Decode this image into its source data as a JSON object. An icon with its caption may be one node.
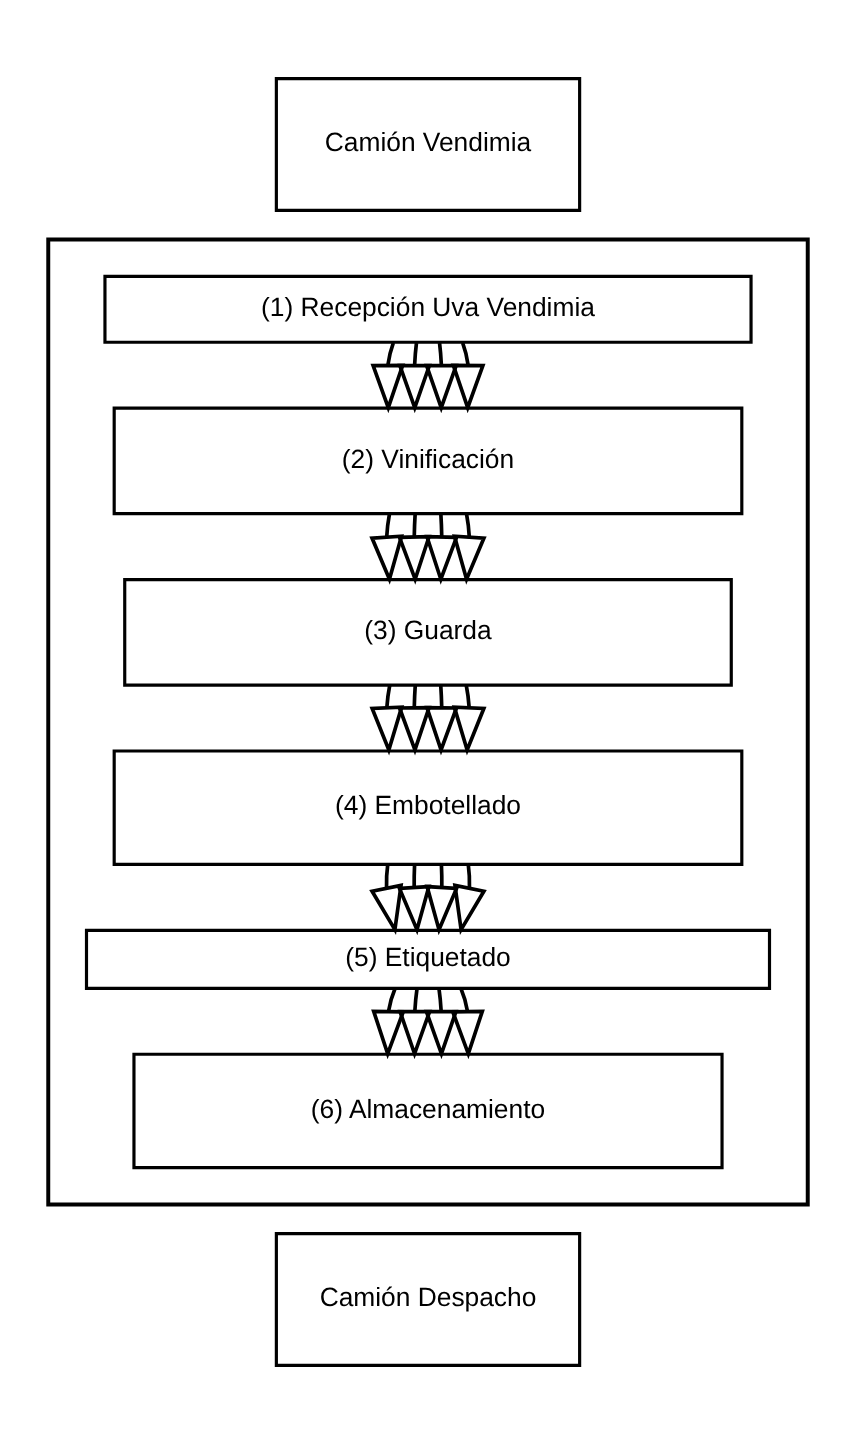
{
  "diagram": {
    "nodes": [
      {
        "text": [
          "Camión Vendimia"
        ]
      },
      {
        "text": [],
        "shape": "box"
      },
      {
        "text": [
          "(1) Recepción Uva Vendimia"
        ],
        "in": 1
      },
      {
        "text": [
          "(2) Vinificación"
        ],
        "in": 1
      },
      {
        "text": [
          "(3) Guarda"
        ],
        "in": 1
      },
      {
        "text": [
          "(4) Embotellado"
        ],
        "in": 1
      },
      {
        "text": [
          "(5) Etiquetado"
        ],
        "in": 1
      },
      {
        "text": [
          "(6) Almacenamiento"
        ],
        "in": 1
      },
      {
        "text": [
          "Camión Despacho"
        ]
      }
    ],
    "edges": [
      {
        "from": 2,
        "to": 3,
        "arrow": "to"
      },
      {
        "from": 2,
        "to": 3,
        "arrow": "to"
      },
      {
        "from": 2,
        "to": 3,
        "arrow": "to"
      },
      {
        "from": 2,
        "to": 3,
        "arrow": "to"
      },
      {
        "from": 3,
        "to": 4,
        "arrow": "to"
      },
      {
        "from": 3,
        "to": 4,
        "arrow": "to"
      },
      {
        "from": 3,
        "to": 4,
        "arrow": "to"
      },
      {
        "from": 3,
        "to": 4,
        "arrow": "to"
      },
      {
        "from": 4,
        "to": 5,
        "arrow": "to"
      },
      {
        "from": 4,
        "to": 5,
        "arrow": "to"
      },
      {
        "from": 4,
        "to": 5,
        "arrow": "to"
      },
      {
        "from": 4,
        "to": 5,
        "arrow": "to"
      },
      {
        "from": 5,
        "to": 6,
        "arrow": "to"
      },
      {
        "from": 5,
        "to": 6,
        "arrow": "to"
      },
      {
        "from": 5,
        "to": 6,
        "arrow": "to"
      },
      {
        "from": 5,
        "to": 6,
        "arrow": "to"
      },
      {
        "from": 6,
        "to": 7,
        "arrow": "to"
      },
      {
        "from": 6,
        "to": 7,
        "arrow": "to"
      },
      {
        "from": 6,
        "to": 7,
        "arrow": "to"
      },
      {
        "from": 6,
        "to": 7,
        "arrow": "to"
      }
    ]
  }
}
